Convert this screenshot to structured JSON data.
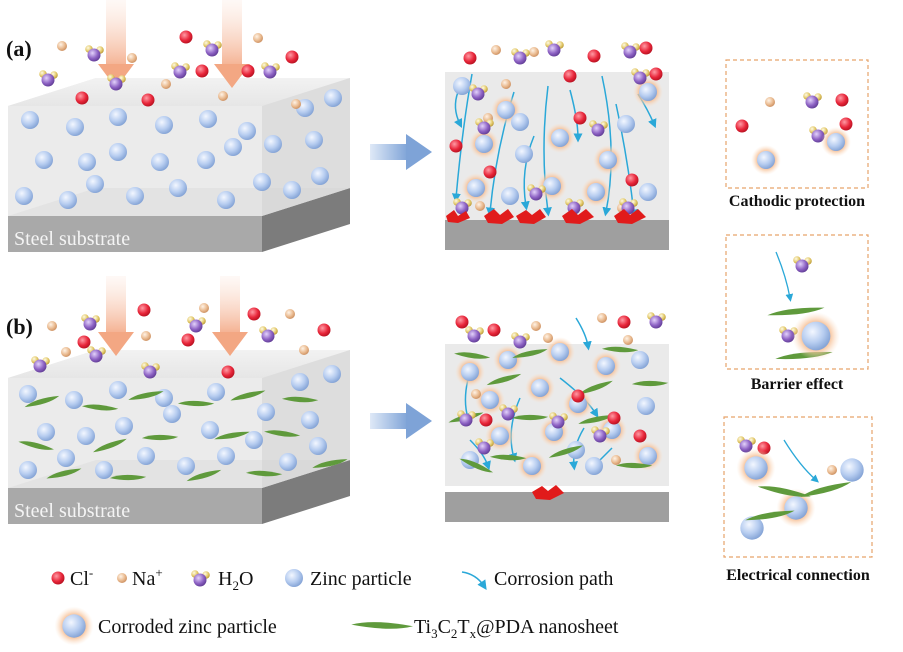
{
  "panels": {
    "a": {
      "label": "(a)",
      "substrate_label": "Steel substrate"
    },
    "b": {
      "label": "(b)",
      "substrate_label": "Steel substrate"
    }
  },
  "mechanisms": [
    {
      "label": "Cathodic protection"
    },
    {
      "label": "Barrier effect"
    },
    {
      "label": "Electrical connection"
    }
  ],
  "legend": {
    "cl": {
      "base": "Cl",
      "sup": "-"
    },
    "na": {
      "base": "Na",
      "sup": "+"
    },
    "h2o": {
      "base": "H",
      "sub": "2",
      "tail": "O"
    },
    "zinc": "Zinc particle",
    "path": "Corrosion path",
    "corroded": "Corroded zinc particle",
    "nanosheet": {
      "p1": "Ti",
      "s1": "3",
      "p2": "C",
      "s2": "2",
      "p3": "T",
      "s3": "x",
      "p4": "@PDA nanosheet"
    }
  },
  "colors": {
    "chloride": "#e8263a",
    "sodium": "#e9b98e",
    "water_o": "#8d62c4",
    "water_h": "#e3c96a",
    "zinc": "#a9c3ec",
    "corrosion_halo": "#f6b98a",
    "nanosheet": "#5f9a3c",
    "path": "#2aa8d8",
    "steel": "#a7a7a7",
    "arrow": "#f3a783",
    "process_arrow": "#8fb2df",
    "pit": "#e11b1b",
    "box_border": "#e7a36b"
  }
}
